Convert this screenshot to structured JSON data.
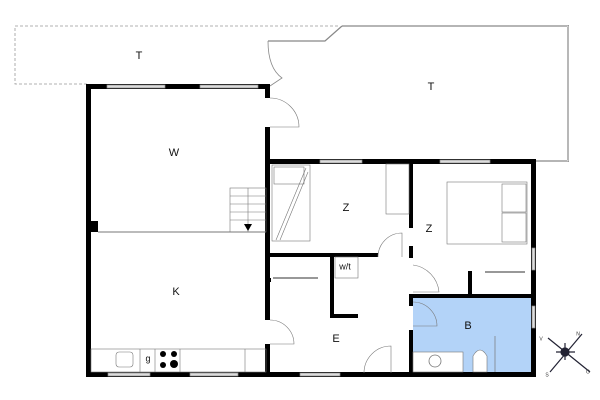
{
  "floorplan": {
    "rooms": [
      {
        "id": "terrace-left",
        "label": "T"
      },
      {
        "id": "terrace-right",
        "label": "T"
      },
      {
        "id": "living",
        "label": "W"
      },
      {
        "id": "bedroom-1",
        "label": "Z"
      },
      {
        "id": "bedroom-2",
        "label": "Z"
      },
      {
        "id": "wc",
        "label": "w/t"
      },
      {
        "id": "kitchen",
        "label": "K"
      },
      {
        "id": "entrance",
        "label": "E"
      },
      {
        "id": "bathroom",
        "label": "B"
      }
    ],
    "appliance_label": "g",
    "compass": {
      "n": "N",
      "o": "O",
      "s": "S",
      "v": "V"
    },
    "colors": {
      "wall": "#000000",
      "bathroom": "#b3d3f8",
      "window": "#9a9a9a"
    }
  }
}
